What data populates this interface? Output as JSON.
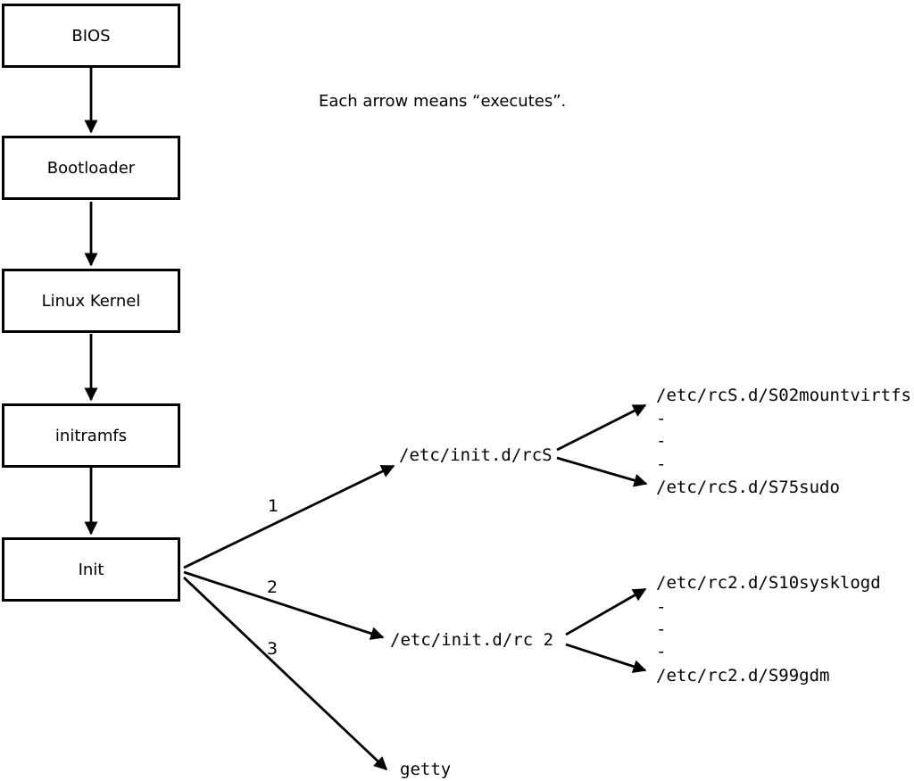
{
  "caption": "Each arrow means “executes”.",
  "chain": [
    {
      "label": "BIOS"
    },
    {
      "label": "Bootloader"
    },
    {
      "label": "Linux Kernel"
    },
    {
      "label": "initramfs"
    },
    {
      "label": "Init"
    }
  ],
  "branches": [
    {
      "number": "1",
      "target": "/etc/init.d/rcS",
      "children": [
        "/etc/rcS.d/S02mountvirtfs",
        "-",
        "-",
        "-",
        "/etc/rcS.d/S75sudo"
      ]
    },
    {
      "number": "2",
      "target": "/etc/init.d/rc 2",
      "children": [
        "/etc/rc2.d/S10sysklogd",
        "-",
        "-",
        "-",
        "/etc/rc2.d/S99gdm"
      ]
    },
    {
      "number": "3",
      "target": "getty",
      "children": []
    }
  ],
  "colors": {
    "line": "#000000",
    "box_background": "#ffffff"
  }
}
